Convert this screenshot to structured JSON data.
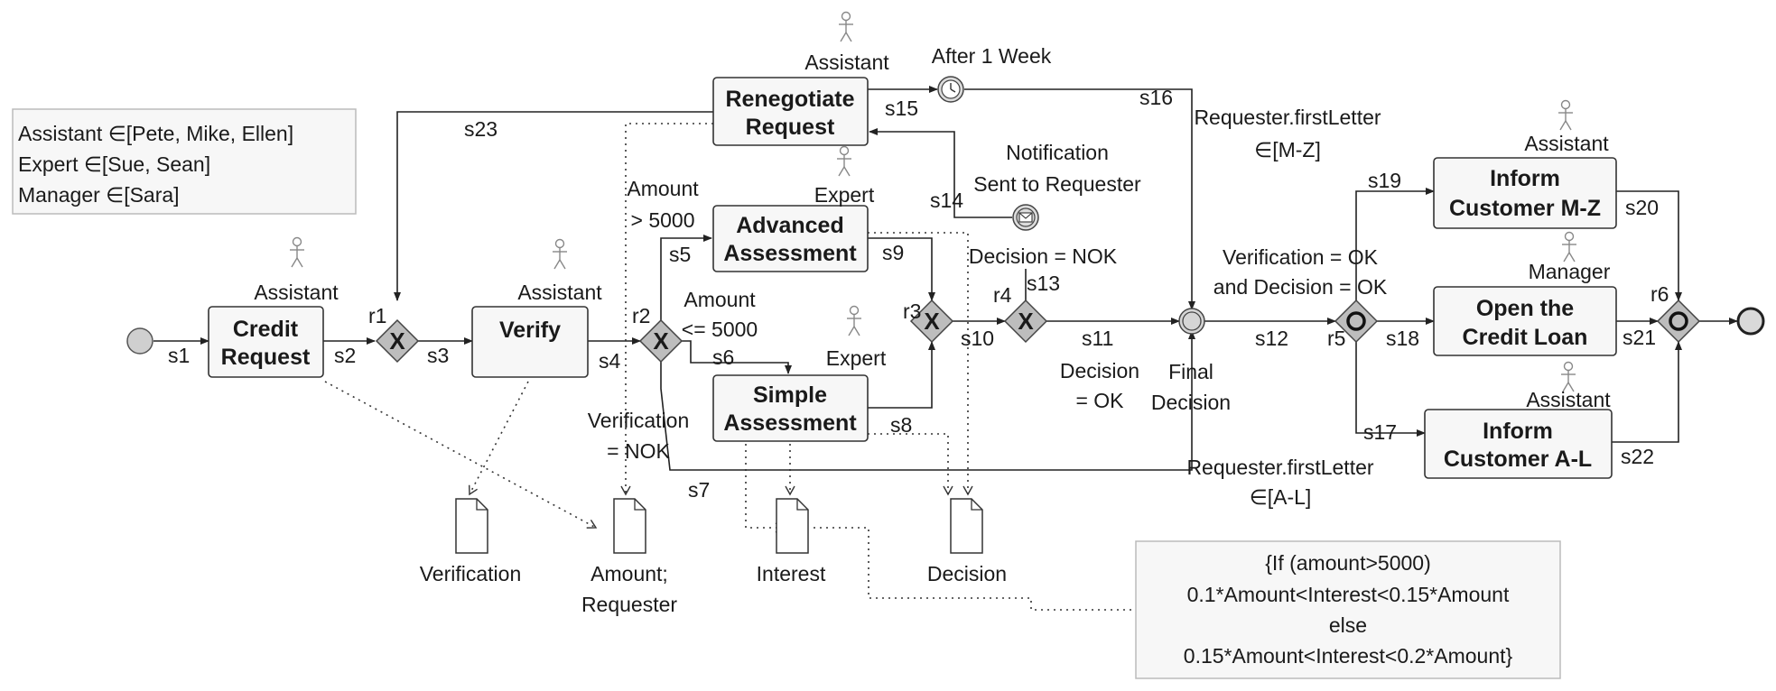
{
  "roles_box": [
    "Assistant ∈[Pete, Mike, Ellen]",
    "Expert ∈[Sue, Sean]",
    "Manager ∈[Sara]"
  ],
  "tasks": {
    "credit_request": {
      "line1": "Credit",
      "line2": "Request",
      "role": "Assistant"
    },
    "verify": {
      "line1": "Verify",
      "role": "Assistant"
    },
    "renegotiate": {
      "line1": "Renegotiate",
      "line2": "Request",
      "role": "Assistant"
    },
    "advanced": {
      "line1": "Advanced",
      "line2": "Assessment",
      "role": "Expert"
    },
    "simple": {
      "line1": "Simple",
      "line2": "Assessment",
      "role": "Expert"
    },
    "inform_mz": {
      "line1": "Inform",
      "line2": "Customer M-Z",
      "role": "Assistant"
    },
    "open_loan": {
      "line1": "Open the",
      "line2": "Credit Loan",
      "role": "Manager"
    },
    "inform_al": {
      "line1": "Inform",
      "line2": "Customer A-L",
      "role": "Assistant"
    }
  },
  "gateways": {
    "r1": "r1",
    "r2": "r2",
    "r3": "r3",
    "r4": "r4",
    "r5": "r5",
    "r6": "r6"
  },
  "flows": {
    "s1": "s1",
    "s2": "s2",
    "s3": "s3",
    "s4": "s4",
    "s5": "s5",
    "s6": "s6",
    "s7": "s7",
    "s8": "s8",
    "s9": "s9",
    "s10": "s10",
    "s11": "s11",
    "s12": "s12",
    "s13": "s13",
    "s14": "s14",
    "s15": "s15",
    "s16": "s16",
    "s17": "s17",
    "s18": "s18",
    "s19": "s19",
    "s20": "s20",
    "s21": "s21",
    "s22": "s22",
    "s23": "s23"
  },
  "conditions": {
    "amount_gt": [
      "Amount",
      "> 5000"
    ],
    "amount_le": [
      "Amount",
      "<= 5000"
    ],
    "verification_nok": [
      "Verification",
      "= NOK"
    ],
    "decision_nok": "Decision = NOK",
    "decision_ok": [
      "Decision",
      "= OK"
    ],
    "verif_and_decision_ok": [
      "Verification = OK",
      "and Decision = OK"
    ],
    "requester_mz": [
      "Requester.firstLetter",
      "∈[M-Z]"
    ],
    "requester_al": [
      "Requester.firstLetter",
      "∈[A-L]"
    ]
  },
  "events": {
    "timer": "After 1 Week",
    "notification": [
      "Notification",
      "Sent to Requester"
    ],
    "final_decision": [
      "Final",
      "Decision"
    ]
  },
  "data_objects": {
    "verification": [
      "Verification"
    ],
    "amount_requester": [
      "Amount;",
      "Requester"
    ],
    "interest": [
      "Interest"
    ],
    "decision": [
      "Decision"
    ]
  },
  "rule_note": [
    "{If (amount>5000)",
    "0.1*Amount<Interest<0.15*Amount",
    "else",
    "0.15*Amount<Interest<0.2*Amount}"
  ]
}
